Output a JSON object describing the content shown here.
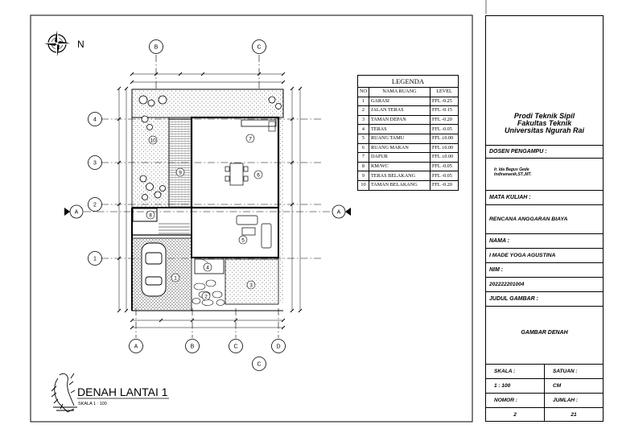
{
  "north_label": "N",
  "grid": {
    "top": [
      "B",
      "C"
    ],
    "bottom": [
      "A",
      "B",
      "C",
      "D"
    ],
    "bottom_extra": "C",
    "left": [
      "4",
      "3",
      "2",
      "1"
    ],
    "side": "A"
  },
  "room_numbers": [
    "1",
    "2",
    "3",
    "4",
    "5",
    "6",
    "7",
    "8",
    "9",
    "10"
  ],
  "legend": {
    "title": "LEGENDA",
    "headers": [
      "NO",
      "NAMA RUANG",
      "LEVEL"
    ],
    "rows": [
      [
        "1",
        "GARASI",
        "FFL -0.25"
      ],
      [
        "2",
        "JALAN TERAS",
        "FFL -0.15"
      ],
      [
        "3",
        "TAMAN DEPAN",
        "FFL -0.20"
      ],
      [
        "4",
        "TERAS",
        "FFL -0.05"
      ],
      [
        "5",
        "RUANG TAMU",
        "FFL ±0.00"
      ],
      [
        "6",
        "RUANG MAKAN",
        "FFL ±0.00"
      ],
      [
        "7",
        "DAPUR",
        "FFL ±0.00"
      ],
      [
        "8",
        "KM/WC",
        "FFL -0.05"
      ],
      [
        "9",
        "TERAS BELAKANG",
        "FFL -0.05"
      ],
      [
        "10",
        "TAMAN BELAKANG",
        "FFL -0.20"
      ]
    ]
  },
  "drawing_title": {
    "title": "DENAH LANTAI 1",
    "scale": "SKALA 1 : 100"
  },
  "title_block": {
    "institution": [
      "Prodi Teknik Sipil",
      "Fakultas Teknik",
      "Universitas Ngurah Rai"
    ],
    "dosen_label": "DOSEN PENGAMPU :",
    "dosen_value": [
      "Ir. Ida Bagus Gede",
      "Indiramanik,ST.,MT."
    ],
    "matkul_label": "MATA KULIAH :",
    "matkul_value": "RENCANA ANGGARAN BIAYA",
    "nama_label": "NAMA :",
    "nama_value": "I MADE YOGA AGUSTINA",
    "nim_label": "NIM :",
    "nim_value": "202222201004",
    "judul_label": "JUDUL GAMBAR :",
    "judul_value": "GAMBAR DENAH",
    "skala_label": "SKALA :",
    "satuan_label": "SATUAN :",
    "skala_value": "1 : 100",
    "satuan_value": "CM",
    "nomor_label": "NOMOR :",
    "jumlah_label": "JUMLAH :",
    "nomor_value": "2",
    "jumlah_value": "21"
  }
}
